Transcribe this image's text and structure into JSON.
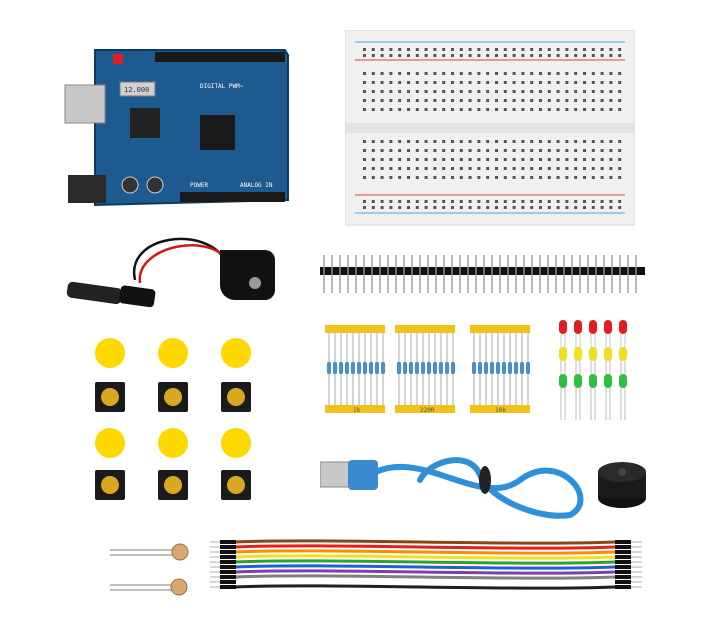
{
  "arduino": {
    "label_digital": "DIGITAL PWM~",
    "label_power": "POWER",
    "label_analog": "ANALOG IN",
    "label_crystal": "12.000",
    "colors": {
      "pcb": "#1d5a8f",
      "header": "#1a1a1a"
    }
  },
  "resistors": {
    "strip_labels": [
      "1k",
      "220R",
      "10k"
    ],
    "tape_color": "#f2c21a"
  },
  "colors": {
    "button_cap": "#ffd800",
    "led_red": "#e02020",
    "led_yellow": "#f0e020",
    "led_green": "#30c040",
    "usb_cable": "#2f8fd8",
    "jumper_wires": [
      "#8b4513",
      "#e02020",
      "#ff8c00",
      "#f0e020",
      "#30a030",
      "#2060d0",
      "#7a3fb0",
      "#808080",
      "#ffffff",
      "#202020"
    ]
  },
  "icons": {
    "arduino": "arduino-board-icon",
    "breadboard": "breadboard-icon",
    "battery_clip": "battery-clip-icon",
    "pin_header": "pin-header-icon",
    "buzzer": "buzzer-icon",
    "photoresistor": "photoresistor-icon"
  }
}
